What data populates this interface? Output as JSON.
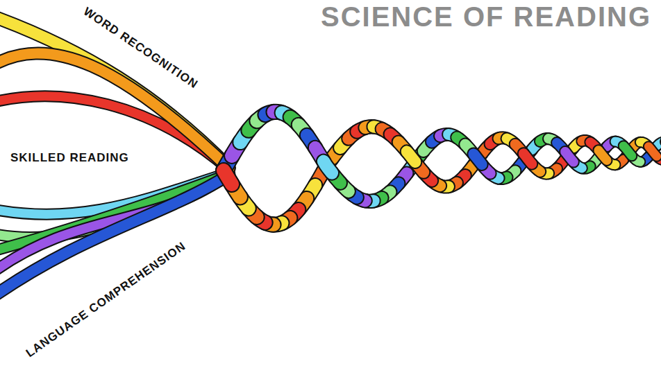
{
  "diagram": {
    "title": "SCIENCE OF READING",
    "labels": [
      "WORD RECOGNITION",
      "SKILLED READING",
      "LANGUAGE COMPREHENSION"
    ]
  }
}
